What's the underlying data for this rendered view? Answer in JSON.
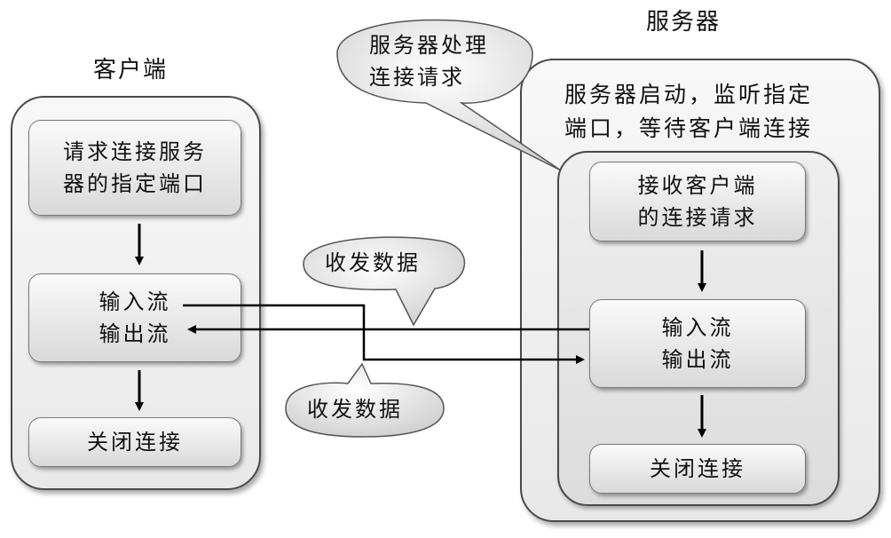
{
  "client": {
    "title": "客户端",
    "request_box": [
      "请求连接服务",
      "器的指定端口"
    ],
    "stream_box": [
      "输入流",
      "输出流"
    ],
    "close_box": "关闭连接"
  },
  "server": {
    "title": "服务器",
    "status_text": [
      "服务器启动，监听指定",
      "端口，等待客户端连接"
    ],
    "accept_box": [
      "接收客户端",
      "的连接请求"
    ],
    "stream_box": [
      "输入流",
      "输出流"
    ],
    "close_box": "关闭连接"
  },
  "callouts": {
    "server_handle": [
      "服务器处理",
      "连接请求"
    ],
    "data_upper": "收发数据",
    "data_lower": "收发数据"
  }
}
